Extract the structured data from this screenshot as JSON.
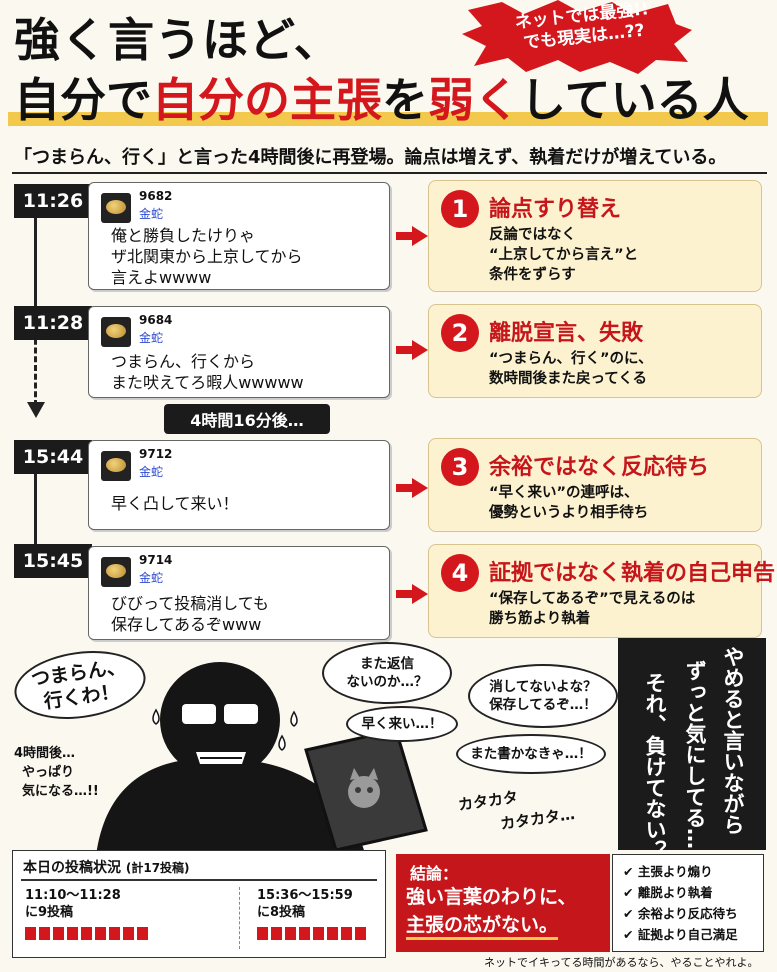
{
  "title": {
    "line1": "強く言うほど、",
    "line2_a": "自分で",
    "line2_b": "自分の主張",
    "line2_c": "を",
    "line2_d": "弱く",
    "line2_e": "している人"
  },
  "burst": {
    "line1": "ネットでは最強!!",
    "line2": "でも現実は…??"
  },
  "subtitle": "「つまらん、行く」と言った4時間後に再登場。論点は増えず、執着だけが増えている。",
  "timeline": [
    {
      "time": "11:26",
      "post_no": "9682",
      "name": "金蛇",
      "lines": [
        "俺と勝負したけりゃ",
        "ザ北関東から上京してから",
        "言えよwwww"
      ],
      "card_no": "1",
      "card_title": "論点すり替え",
      "card_lines": [
        "反論ではなく",
        "“上京してから言え”と",
        "条件をずらす"
      ]
    },
    {
      "time": "11:28",
      "post_no": "9684",
      "name": "金蛇",
      "lines": [
        "つまらん、行くから",
        "また吠えてろ暇人wwwww"
      ],
      "card_no": "2",
      "card_title": "離脱宣言、失敗",
      "card_lines": [
        "“つまらん、行く”のに、",
        "数時間後また戻ってくる"
      ]
    },
    {
      "time": "15:44",
      "post_no": "9712",
      "name": "金蛇",
      "lines": [
        "早く凸して来い！"
      ],
      "card_no": "3",
      "card_title": "余裕ではなく反応待ち",
      "card_lines": [
        "“早く来い”の連呼は、",
        "優勢というより相手待ち"
      ]
    },
    {
      "time": "15:45",
      "post_no": "9714",
      "name": "金蛇",
      "lines": [
        "びびって投稿消しても",
        "保存してあるぞwww"
      ],
      "card_no": "4",
      "card_title": "証拠ではなく執着の自己申告",
      "card_lines": [
        "“保存してあるぞ”で見えるのは",
        "勝ち筋より執着"
      ]
    }
  ],
  "gap_label": "4時間16分後…",
  "illustration": {
    "speech": [
      "つまらん、",
      "行くわ！"
    ],
    "side_note": [
      "4時間後…",
      "やっぱり",
      "気になる…!!"
    ],
    "thoughts": [
      "また返信\nないのか…？",
      "消してないよな？\n保存してるぞ…！",
      "早く来い…！",
      "また書かなきゃ…！"
    ],
    "typing1": "カタカタ",
    "typing2": "カタカタ…",
    "vertical": [
      "やめると言いながら",
      "ずっと気にしてる…",
      "それ、負けてない？"
    ]
  },
  "stats": {
    "title": "本日の投稿状況",
    "total": "(計17投稿)",
    "left_range": "11:10〜11:28",
    "left_count": "に9投稿",
    "left_bars": 9,
    "right_range": "15:36〜15:59",
    "right_count": "に8投稿",
    "right_bars": 8
  },
  "conclusion": {
    "label": "結論：",
    "line1": "強い言葉のわりに、",
    "line2": "主張の芯がない。"
  },
  "checks": [
    "主張より煽り",
    "離脱より執着",
    "余裕より反応待ち",
    "証拠より自己満足"
  ],
  "footer": "ネットでイキってる時間があるなら、やることやれよ。"
}
